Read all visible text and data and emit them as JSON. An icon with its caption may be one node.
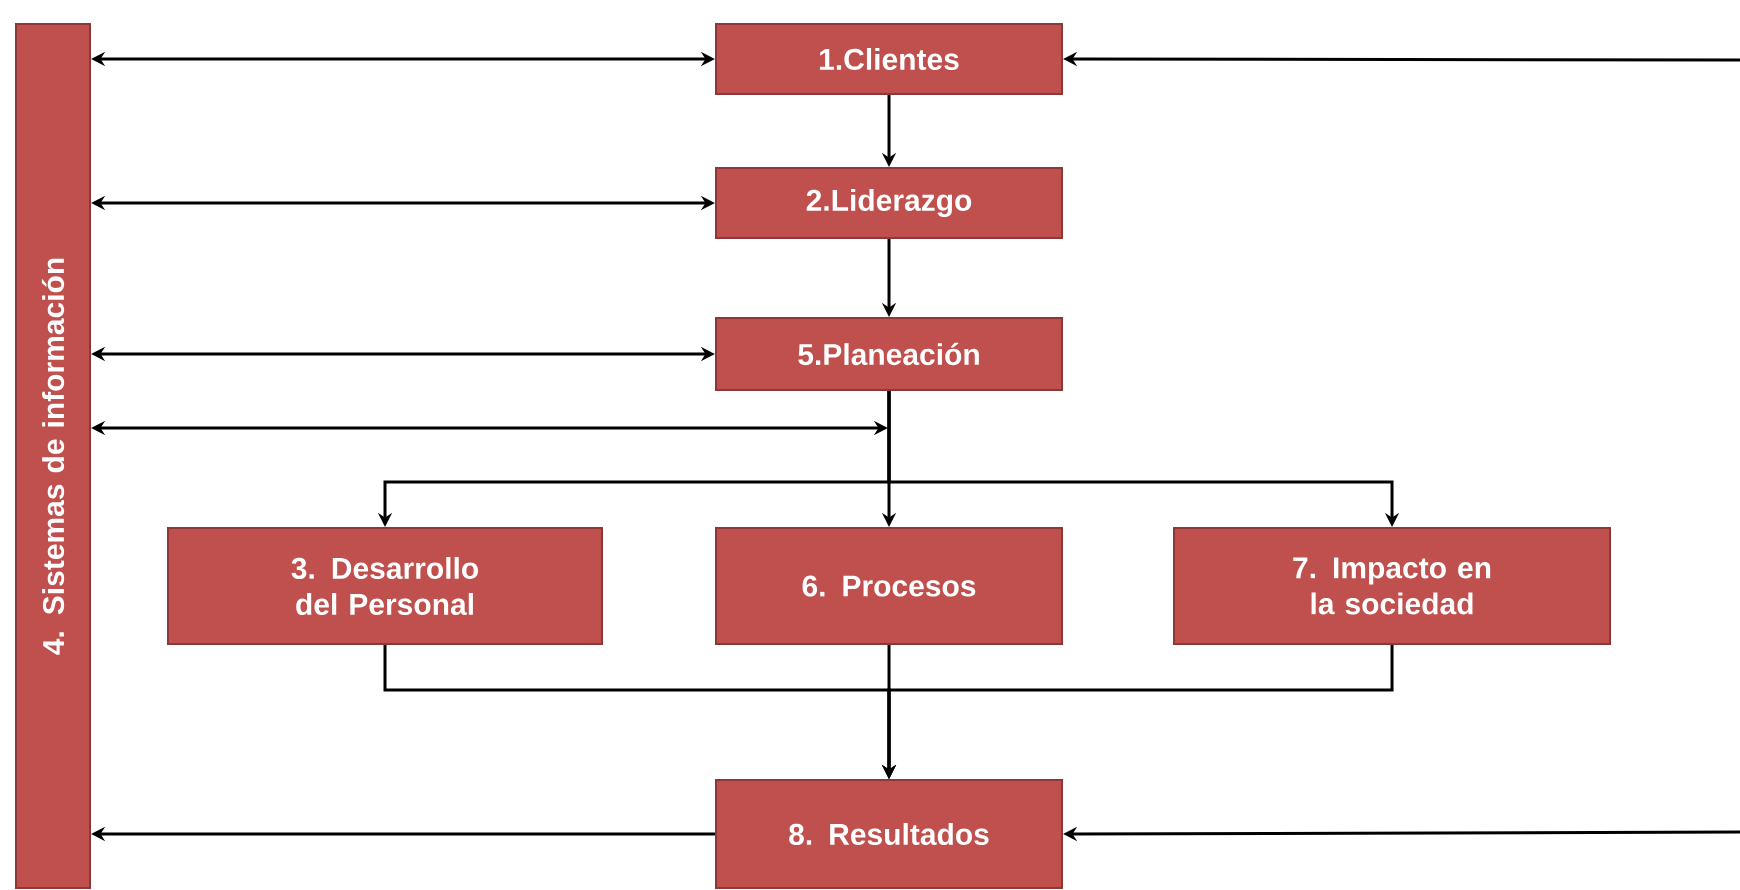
{
  "diagram": {
    "nodes": [
      {
        "text": [
          "4. Sistemas de información"
        ]
      },
      {
        "text": [
          "1.Clientes"
        ]
      },
      {
        "text": [
          "2.Liderazgo"
        ]
      },
      {
        "text": [
          "5.Planeación"
        ]
      },
      {
        "text": [
          "3. Desarrollo del Personal"
        ]
      },
      {
        "text": [
          "6. Procesos"
        ]
      },
      {
        "text": [
          "7. Impacto en la sociedad"
        ]
      },
      {
        "text": [
          "8. Resultados"
        ]
      }
    ],
    "edges": [
      {
        "from": 0,
        "to": 1,
        "arrow": "both"
      },
      {
        "from": null,
        "to": 1,
        "arrow": "to"
      },
      {
        "from": 1,
        "to": 2,
        "arrow": "to"
      },
      {
        "from": 0,
        "to": 2,
        "arrow": "both"
      },
      {
        "from": 2,
        "to": 3,
        "arrow": "to"
      },
      {
        "from": 0,
        "to": 3,
        "arrow": "both"
      },
      {
        "from": 0,
        "to": null,
        "arrow": "both"
      },
      {
        "from": 3,
        "to": 4,
        "arrow": "to"
      },
      {
        "from": 3,
        "to": 5,
        "arrow": "to"
      },
      {
        "from": 3,
        "to": 6,
        "arrow": "to"
      },
      {
        "from": 4,
        "to": 7,
        "arrow": "to"
      },
      {
        "from": 5,
        "to": 7,
        "arrow": "to"
      },
      {
        "from": 6,
        "to": 7,
        "arrow": "to"
      },
      {
        "from": 7,
        "to": 0,
        "arrow": "to"
      },
      {
        "from": null,
        "to": 7,
        "arrow": "to"
      }
    ]
  }
}
